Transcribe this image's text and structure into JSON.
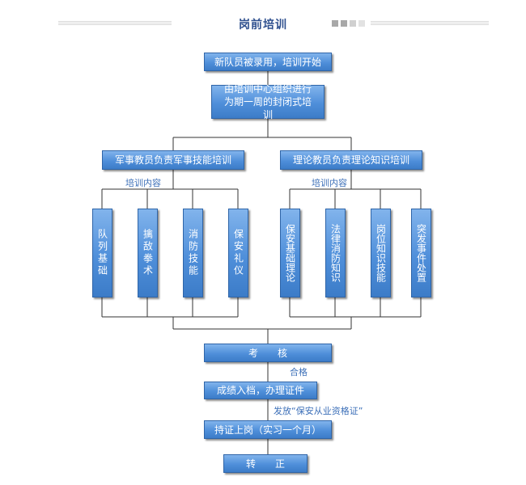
{
  "header": {
    "title": "岗前培训"
  },
  "nodes": {
    "hired": "新队员被录用，培训开始",
    "closed_training": "由培训中心组织进行为期一周的封闭式培训",
    "military": "军事教员负责军事技能培训",
    "theory": "理论教员负责理论知识培训",
    "exam": "考　　核",
    "archive": "成绩入档，办理证件",
    "onduty": "持证上岗（实习一个月）",
    "regular": "转　　正"
  },
  "labels": {
    "content_left": "培训内容",
    "content_right": "培训内容",
    "pass": "合格",
    "issue_cert": "发放“保安从业资格证”"
  },
  "modules_left": [
    "队列基础",
    "擒敌拳术",
    "消防技能",
    "保安礼仪"
  ],
  "modules_right": [
    "保安基础理论",
    "法律消防知识",
    "岗位知识技能",
    "突发事件处置"
  ]
}
